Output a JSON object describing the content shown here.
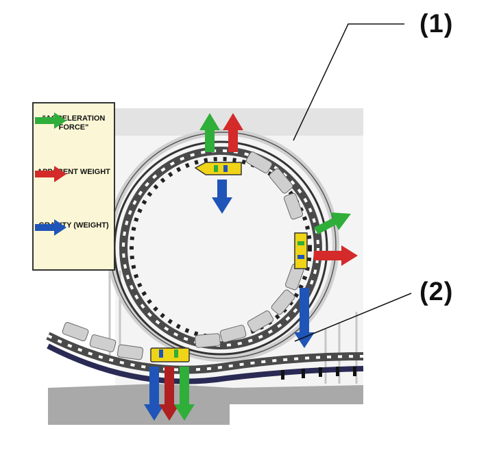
{
  "legend": {
    "items": [
      {
        "label": "\"ACCELERATION FORCE\"",
        "color": "#2fae3a"
      },
      {
        "label": "APPARENT WEIGHT",
        "color": "#d42a2a"
      },
      {
        "label": "GRAVITY (WEIGHT)",
        "color": "#1f55b8"
      }
    ]
  },
  "callouts": {
    "one": "(1)",
    "two": "(2)"
  },
  "colors": {
    "track": "#4a4a4a",
    "rail_dark": "#2a2a55",
    "car": "#f0d418",
    "ground": "#a8a8a8",
    "structure": "#d8d8d8"
  }
}
